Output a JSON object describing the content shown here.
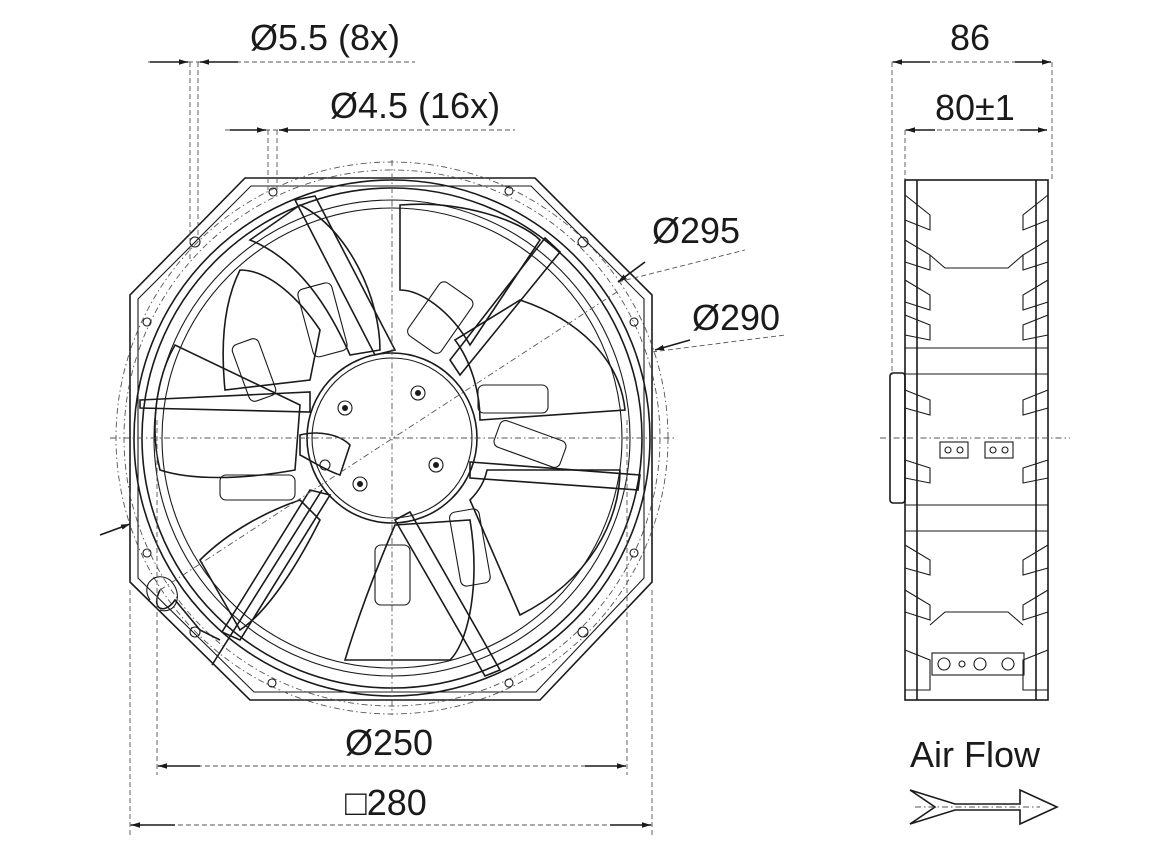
{
  "dimensions": {
    "hole_large": "Ø5.5 (8x)",
    "hole_small": "Ø4.5 (16x)",
    "dia_295": "Ø295",
    "dia_290": "Ø290",
    "dia_250": "Ø250",
    "square_280": "□280",
    "depth_86": "86",
    "depth_80": "80±1"
  },
  "labels": {
    "air_flow": "Air Flow"
  },
  "icons": {
    "air_flow_arrow": "double-arrow-right-icon"
  }
}
